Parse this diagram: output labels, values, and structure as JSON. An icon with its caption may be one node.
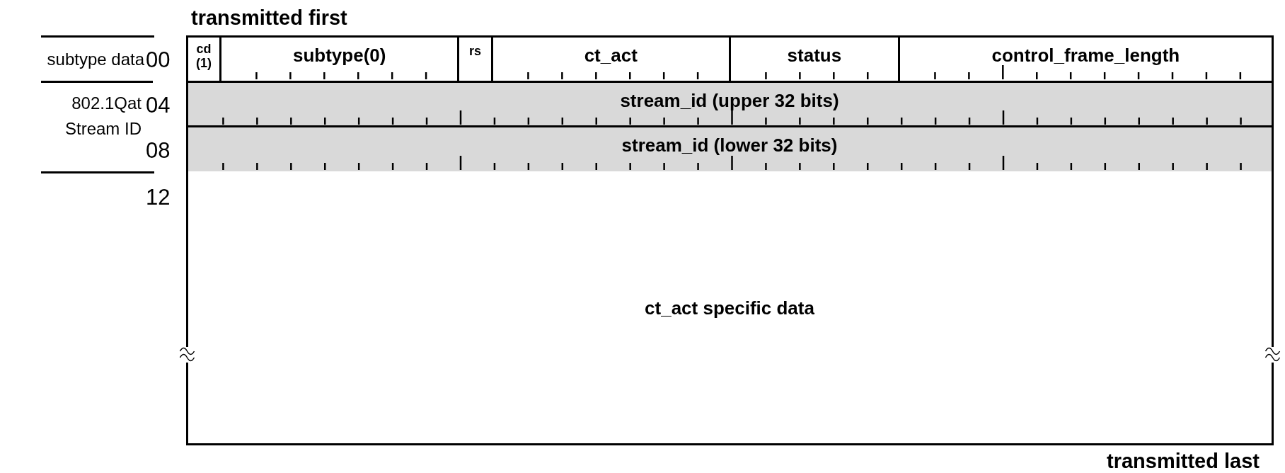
{
  "diagram": {
    "nodes": [
      {
        "text": [
          "cd (1)"
        ]
      },
      {
        "text": [
          "subtype(0)"
        ]
      },
      {
        "text": [
          "rs"
        ]
      },
      {
        "text": [
          "ct_act"
        ]
      },
      {
        "text": [
          "status"
        ]
      },
      {
        "text": [
          "control_frame_length"
        ]
      },
      {
        "text": [
          "stream_id (upper 32 bits)"
        ]
      },
      {
        "text": [
          "stream_id (lower 32 bits)"
        ]
      },
      {
        "text": [
          "ct_act specific data"
        ]
      }
    ],
    "labels": [
      "transmitted first",
      "subtype data",
      "00",
      "802.1Qat Stream ID",
      "04",
      "08",
      "12",
      "transmitted last"
    ]
  }
}
